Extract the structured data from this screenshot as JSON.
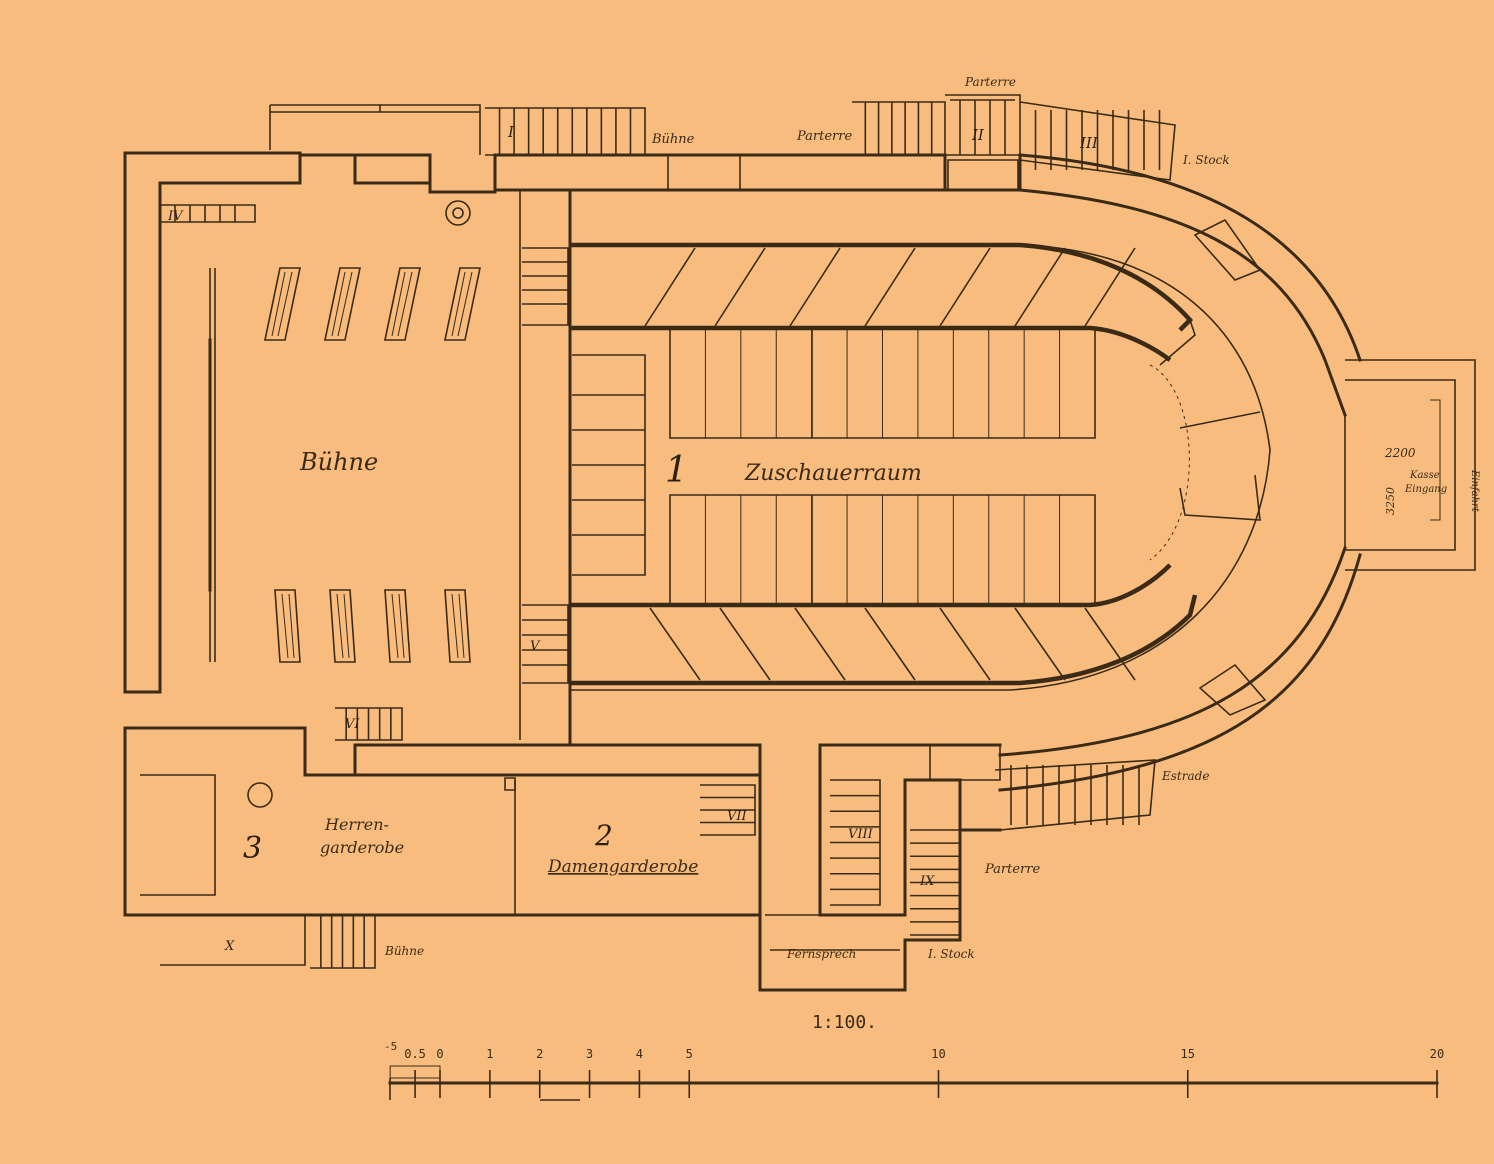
{
  "rooms": {
    "r1_number": "1",
    "r1_label": "Zuschauerraum",
    "r2_number": "2",
    "r2_label": "Damengarderobe",
    "r3_number": "3",
    "r3_label_a": "Herren-",
    "r3_label_b": "garderobe",
    "stage_label": "Bühne"
  },
  "annotations": {
    "buhne_top": "Bühne",
    "parterre_top": "Parterre",
    "parterre_top2": "Parterre",
    "i_stock_top": "I. Stock",
    "estrade_right": "Estrade",
    "parterre_right": "Parterre",
    "i_stock_bottom": "I. Stock",
    "buhne_bottom": "Bühne",
    "fernsprech": "Fernsprech",
    "dim_2200": "2200",
    "dim_3250": "3250",
    "kasse_a": "Kasse",
    "kasse_b": "Eingang",
    "kasse_c": "Einfahrt"
  },
  "stair_numerals": [
    "I",
    "II",
    "III",
    "IV",
    "V",
    "VI",
    "VII",
    "VIII",
    "IX",
    "X"
  ],
  "scale": {
    "ratio": "1:100.",
    "tick_labels": [
      {
        "v": -0.5,
        "label": "0.5"
      },
      {
        "v": 0,
        "label": "0"
      },
      {
        "v": 1,
        "label": "1"
      },
      {
        "v": 2,
        "label": "2"
      },
      {
        "v": 3,
        "label": "3"
      },
      {
        "v": 4,
        "label": "4"
      },
      {
        "v": 5,
        "label": "5"
      },
      {
        "v": 10,
        "label": "10"
      },
      {
        "v": 15,
        "label": "15"
      },
      {
        "v": 20,
        "label": "20"
      }
    ],
    "neg_label": "-5",
    "range": [
      -1,
      20
    ]
  },
  "colors": {
    "paper": "#F8BD7E",
    "ink": "#3a2a16"
  }
}
